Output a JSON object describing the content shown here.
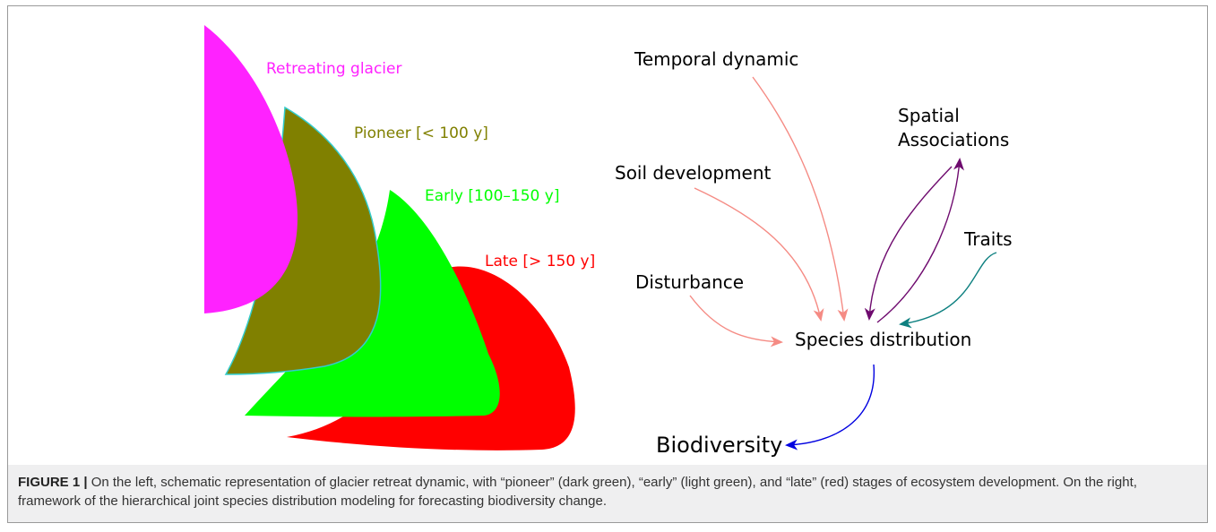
{
  "stages": {
    "colors": {
      "glacier": "#ff22ff",
      "pioneer": "#808000",
      "pioneer_stroke": "#33cccc",
      "early": "#00ff00",
      "late": "#ff0000"
    },
    "labels": {
      "glacier": "Retreating glacier",
      "pioneer": "Pioneer [< 100 y]",
      "early": "Early [100–150 y]",
      "late": "Late [> 150 y]"
    }
  },
  "framework": {
    "nodes": {
      "temporal": "Temporal dynamic",
      "spatial_line1": "Spatial",
      "spatial_line2": "Associations",
      "soil": "Soil development",
      "traits": "Traits",
      "disturbance": "Disturbance",
      "species": "Species distribution",
      "biodiversity": "Biodiversity"
    },
    "arrow_colors": {
      "salmon": "#f58b84",
      "purple": "#6e0a6e",
      "teal": "#0e8080",
      "blue": "#0000e0"
    }
  },
  "caption": {
    "lead": "FIGURE 1 |",
    "text": " On the left, schematic representation of glacier retreat dynamic, with “pioneer” (dark green), “early” (light green), and “late” (red) stages of ecosystem development. On the right, framework of the hierarchical joint species distribution modeling for forecasting biodiversity change."
  }
}
